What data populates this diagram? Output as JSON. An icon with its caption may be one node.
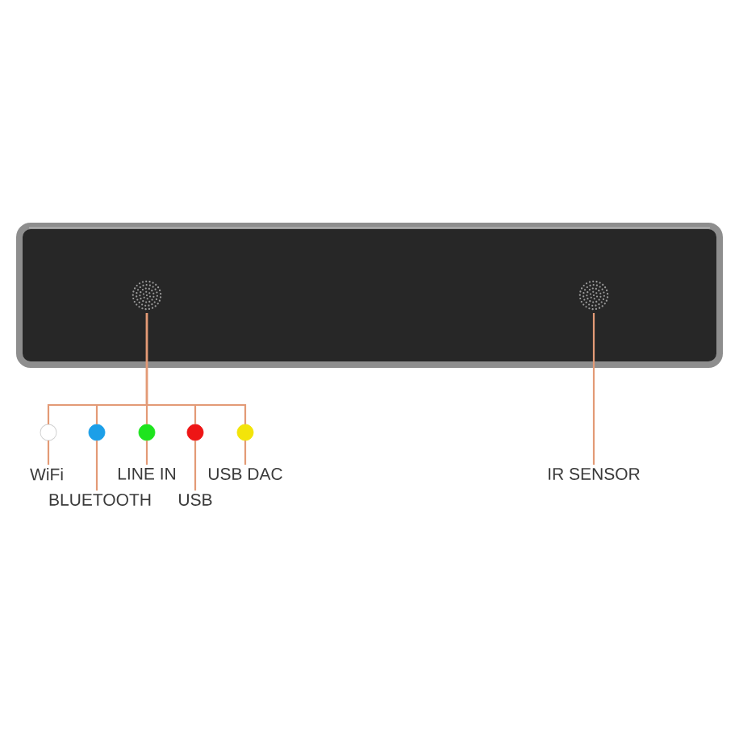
{
  "diagram": {
    "nodes": [
      {
        "text": [],
        "shape": "box"
      },
      {
        "text": [],
        "shape": "circle",
        "in": 0
      },
      {
        "text": [],
        "shape": "circle",
        "in": 0
      },
      {
        "text": [],
        "shape": "circle"
      },
      {
        "text": [],
        "shape": "circle"
      },
      {
        "text": [],
        "shape": "circle"
      },
      {
        "text": [],
        "shape": "circle"
      },
      {
        "text": [],
        "shape": "circle"
      },
      {
        "text": [
          "WiFi"
        ]
      },
      {
        "text": [
          "BLUETOOTH"
        ]
      },
      {
        "text": [
          "LINE IN"
        ]
      },
      {
        "text": [
          "USB"
        ]
      },
      {
        "text": [
          "USB DAC"
        ]
      },
      {
        "text": [
          "IR SENSOR"
        ]
      }
    ],
    "edges": [
      {
        "from": 1,
        "to": 3,
        "arrow": "none"
      },
      {
        "from": 1,
        "to": 4,
        "arrow": "none"
      },
      {
        "from": 1,
        "to": 5,
        "arrow": "none"
      },
      {
        "from": 1,
        "to": 6,
        "arrow": "none"
      },
      {
        "from": 1,
        "to": 7,
        "arrow": "none"
      },
      {
        "from": 3,
        "to": 8,
        "arrow": "none"
      },
      {
        "from": 4,
        "to": 9,
        "arrow": "none"
      },
      {
        "from": 5,
        "to": 10,
        "arrow": "none"
      },
      {
        "from": 6,
        "to": 11,
        "arrow": "none"
      },
      {
        "from": 7,
        "to": 12,
        "arrow": "none"
      },
      {
        "from": 13,
        "to": 2,
        "arrow": "none"
      }
    ]
  }
}
